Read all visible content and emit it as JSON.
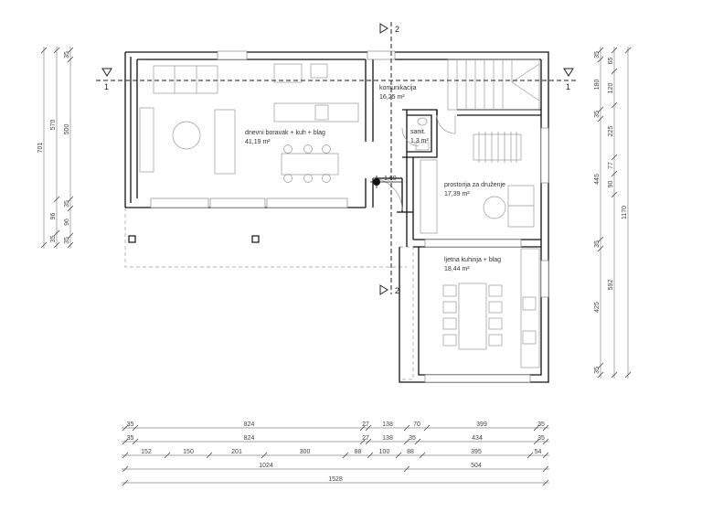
{
  "rooms": {
    "living": {
      "name": "dnevni boravak + kuh + blag",
      "area": "41,19 m²"
    },
    "corridor": {
      "name": "komunikacija",
      "area": "16,25 m²"
    },
    "wc": {
      "name": "sanit.",
      "area": "1,3 m²"
    },
    "social": {
      "name": "prostorija za druženje",
      "area": "17,39 m²"
    },
    "summer_kitchen": {
      "name": "ljetna kuhinja + blag",
      "area": "18,44 m²"
    }
  },
  "level_mark": "1,60",
  "sections": {
    "horizontal": "1",
    "vertical": "2"
  },
  "dimensions": {
    "left": [
      [
        "701"
      ],
      [
        "570",
        "96",
        "35"
      ],
      [
        "35",
        "500",
        "35",
        "96",
        "35"
      ]
    ],
    "right": [
      [
        "35",
        "180",
        "35",
        "445",
        "35",
        "425",
        "35"
      ],
      [
        "65",
        "120",
        "225",
        "77",
        "90",
        "592"
      ],
      [
        "1170"
      ]
    ],
    "bottom": [
      [
        "35",
        "824",
        "27",
        "138",
        "70",
        "399",
        "35"
      ],
      [
        "35",
        "824",
        "27",
        "138",
        "35",
        "434",
        "35"
      ],
      [
        "152",
        "150",
        "201",
        "300",
        "88",
        "100",
        "88",
        "395",
        "54"
      ],
      [
        "1024",
        "504"
      ],
      [
        "1528"
      ]
    ]
  }
}
